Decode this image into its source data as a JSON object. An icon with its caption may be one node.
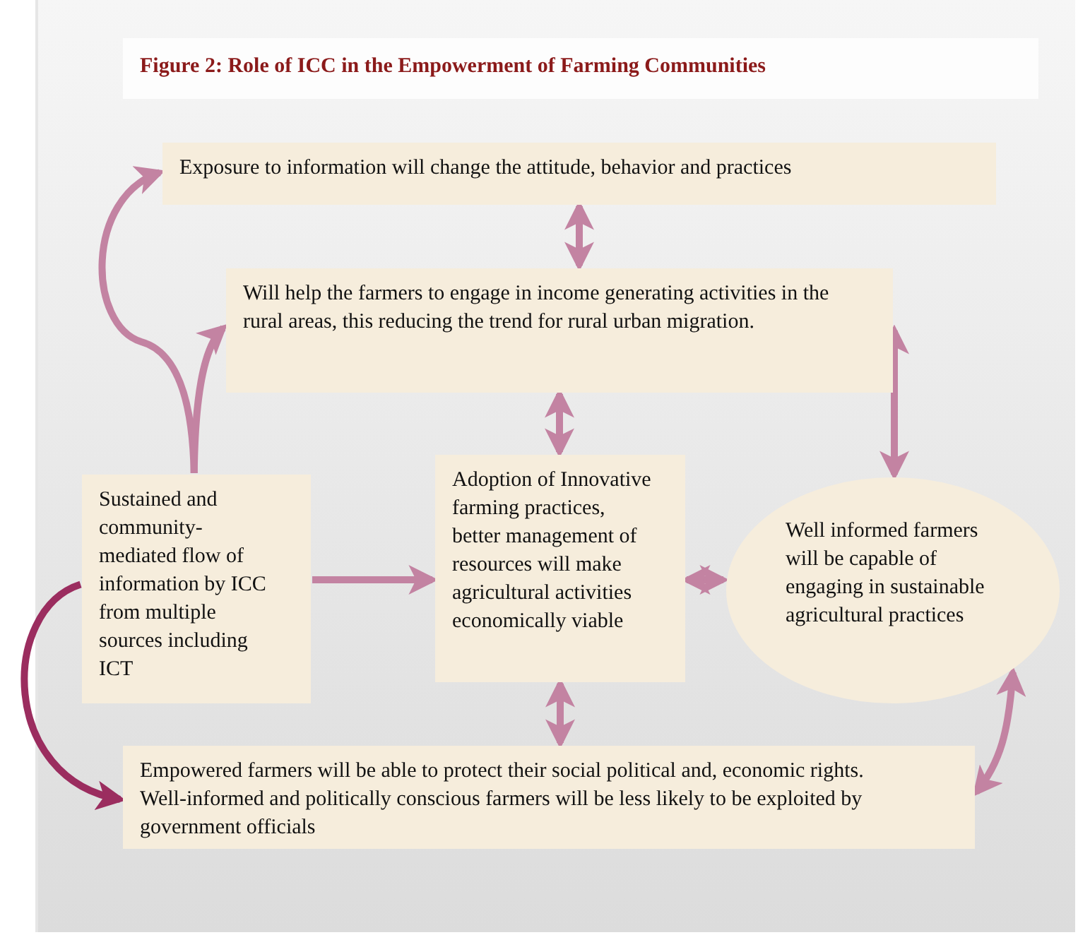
{
  "diagram": {
    "title": "Figure 2: Role of ICC in the Empowerment of Farming Communities",
    "nodes": [
      {
        "text": [
          "Exposure to information will change the attitude, behavior and practices"
        ]
      },
      {
        "text": [
          "Will help the farmers to engage in income generating activities in the rural areas, this reducing the trend for rural urban migration."
        ]
      },
      {
        "text": [
          "Sustained and community-mediated flow of information by ICC from multiple sources including ICT"
        ]
      },
      {
        "text": [
          "Adoption of Innovative farming practices, better management of resources will make agricultural activities economically viable"
        ]
      },
      {
        "text": [
          "Well informed farmers will be capable of engaging in sustainable agricultural practices"
        ]
      },
      {
        "text": [
          "Empowered farmers will be able to protect their social political and, economic rights. Well-informed and politically conscious farmers will be less likely to be exploited by government officials"
        ]
      }
    ],
    "edges": [
      {
        "from": 2,
        "to": 0,
        "arrow": "to"
      },
      {
        "from": 2,
        "to": 1,
        "arrow": "to"
      },
      {
        "from": 2,
        "to": 3,
        "arrow": "to"
      },
      {
        "from": 2,
        "to": 5,
        "arrow": "to",
        "color": "#9b2d5f"
      },
      {
        "from": 0,
        "to": 1,
        "arrow": "both"
      },
      {
        "from": 1,
        "to": 3,
        "arrow": "both"
      },
      {
        "from": 1,
        "to": 4,
        "arrow": "both"
      },
      {
        "from": 3,
        "to": 4,
        "arrow": "both"
      },
      {
        "from": 3,
        "to": 5,
        "arrow": "both"
      },
      {
        "from": 5,
        "to": 4,
        "arrow": "both"
      }
    ]
  }
}
